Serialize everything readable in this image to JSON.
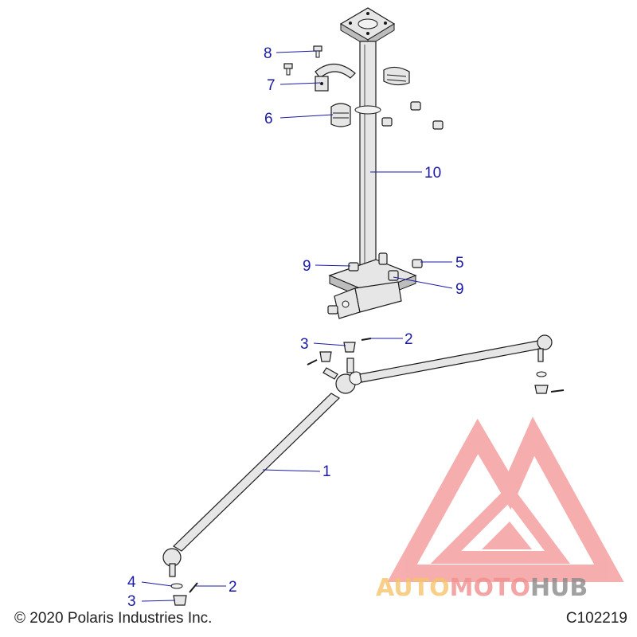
{
  "callouts": [
    {
      "id": "c8",
      "text": "8"
    },
    {
      "id": "c7",
      "text": "7"
    },
    {
      "id": "c6",
      "text": "6"
    },
    {
      "id": "c10",
      "text": "10"
    },
    {
      "id": "c9a",
      "text": "9"
    },
    {
      "id": "c5",
      "text": "5"
    },
    {
      "id": "c9b",
      "text": "9"
    },
    {
      "id": "c3a",
      "text": "3"
    },
    {
      "id": "c2a",
      "text": "2"
    },
    {
      "id": "c1",
      "text": "1"
    },
    {
      "id": "c4",
      "text": "4"
    },
    {
      "id": "c2b",
      "text": "2"
    },
    {
      "id": "c3b",
      "text": "3"
    }
  ],
  "footer": {
    "copyright": "© 2020 Polaris Industries Inc.",
    "drawing_id": "C102219"
  },
  "watermark": {
    "part1": "AUTO",
    "part2": "MOTO",
    "part3": "HUB",
    "colors": {
      "auto": "#f5c36b",
      "moto": "#f08f8f",
      "hub": "#8a8a8a",
      "logo": "#ef6b6b"
    }
  },
  "colors": {
    "callout": "#1a1aa6",
    "line": "#1a1a1a"
  }
}
